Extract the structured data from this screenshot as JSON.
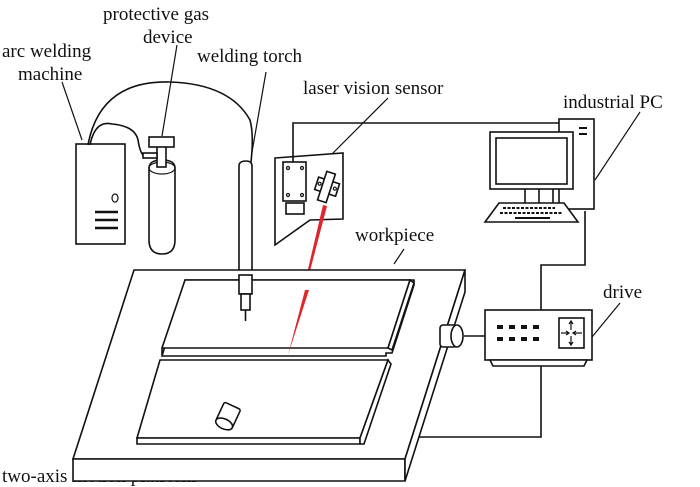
{
  "diagram": {
    "title": "Laser vision seam-tracking welding system",
    "labels": {
      "arc_welding_machine_line1": "arc welding",
      "arc_welding_machine_line2": "machine",
      "protective_gas_line1": "protective gas",
      "protective_gas_line2": "device",
      "welding_torch": "welding torch",
      "laser_vision_sensor": "laser vision sensor",
      "industrial_pc": "industrial PC",
      "workpiece": "workpiece",
      "drive": "drive",
      "motion_platform": "two-axis motion platform"
    },
    "colors": {
      "line": "#111111",
      "laser": "#e0262a",
      "background": "#ffffff"
    }
  }
}
